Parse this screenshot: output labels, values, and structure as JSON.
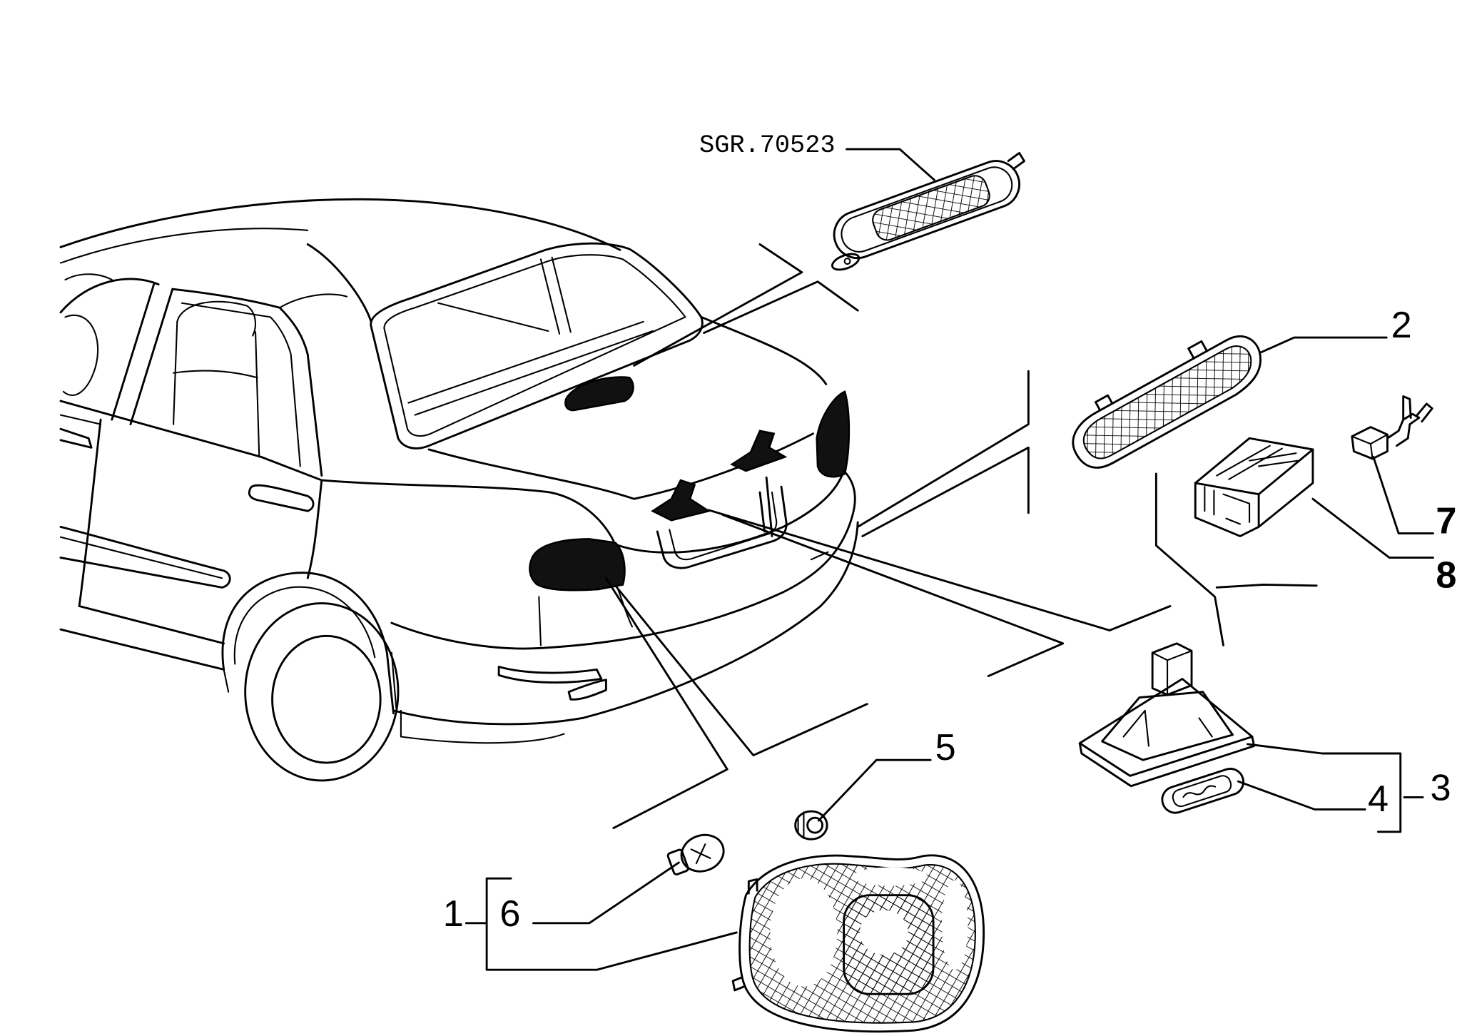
{
  "diagram": {
    "reference_code": "SGR.70523"
  },
  "callouts": {
    "1": "1",
    "2": "2",
    "3": "3",
    "4": "4",
    "5": "5",
    "6": "6",
    "7": "7",
    "8": "8"
  }
}
